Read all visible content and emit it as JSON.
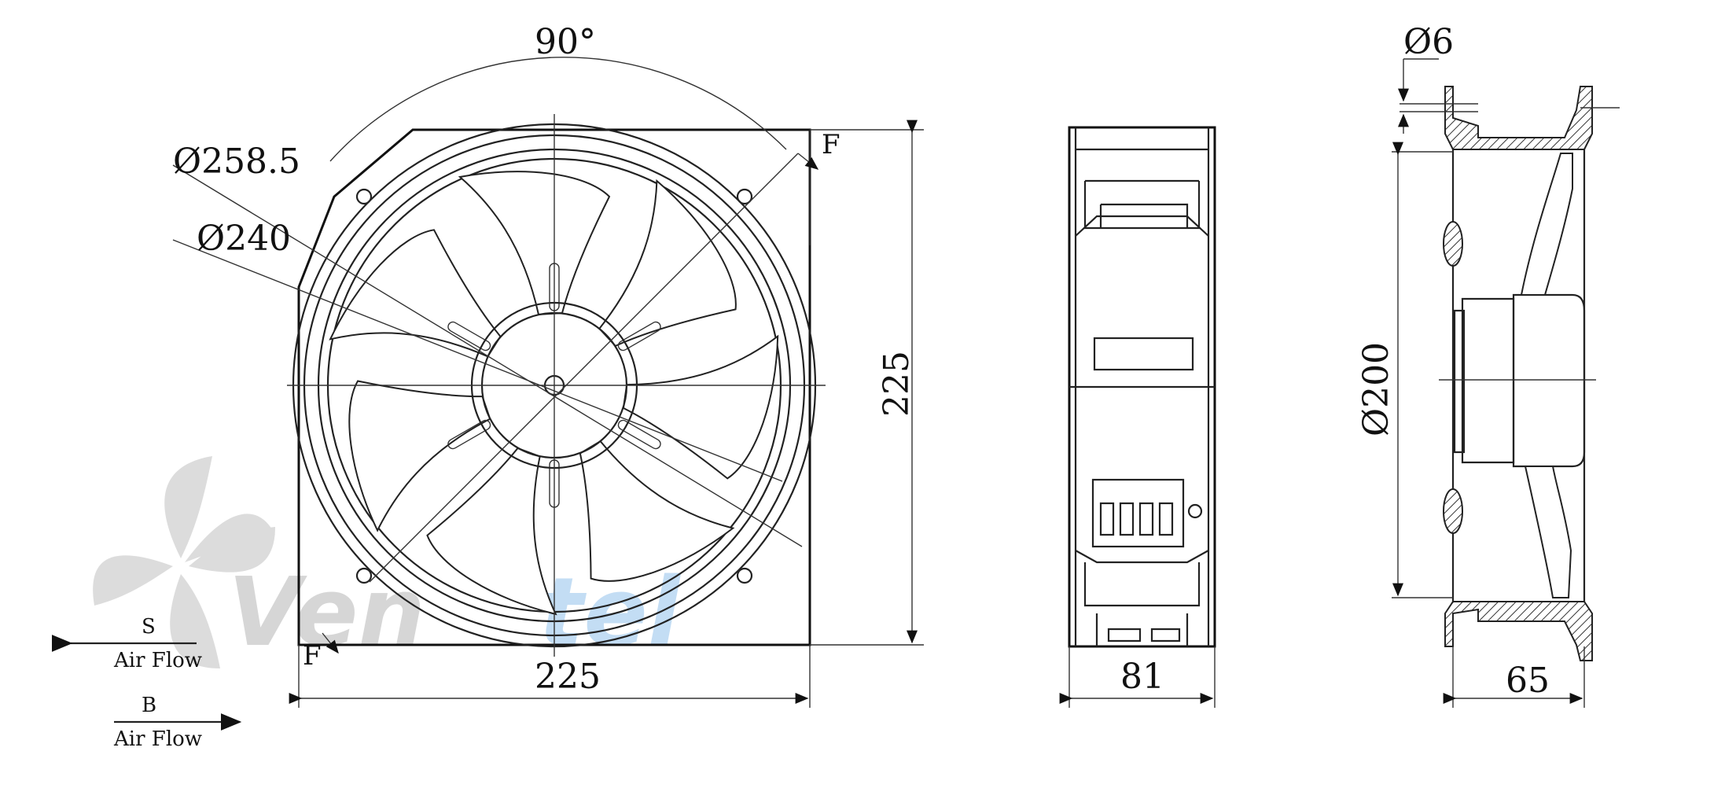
{
  "front_view": {
    "angle_label": "90°",
    "dia_outer_label": "Ø258.5",
    "dia_inner_label": "Ø240",
    "height_label": "225",
    "width_label": "225",
    "section_marker_top": "F",
    "section_marker_bottom": "F"
  },
  "side_view": {
    "depth_label": "81"
  },
  "section_view": {
    "hole_label": "Ø6",
    "dia_label": "Ø200",
    "depth_label": "65"
  },
  "legend": {
    "s_letter": "S",
    "s_label": "Air Flow",
    "b_letter": "B",
    "b_label": "Air Flow"
  },
  "watermark": {
    "text_grey": "Ven",
    "text_blue": "tel",
    "grey_color": "#cfcfcf",
    "blue_color": "#b9d7f2"
  }
}
